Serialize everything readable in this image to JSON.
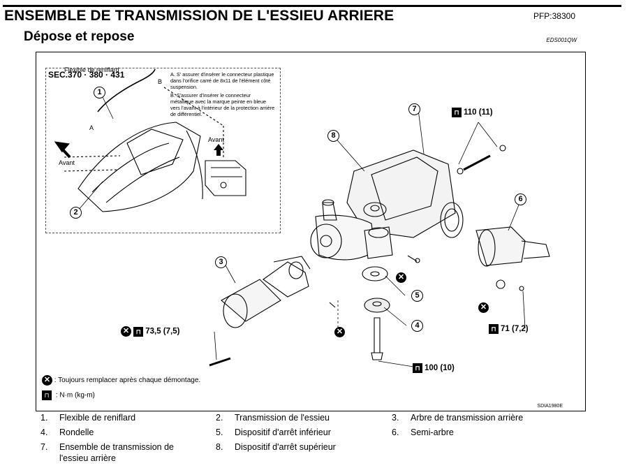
{
  "header": {
    "title": "ENSEMBLE DE TRANSMISSION DE L'ESSIEU ARRIERE",
    "pfp": "PFP:38300",
    "subtitle": "Dépose et repose",
    "code": "EDS001QW"
  },
  "figure": {
    "section": "SEC.370 · 380 · 431",
    "inset_labels": {
      "flexible": "Flexible de reniflard",
      "a": "A",
      "b": "B",
      "avant_left": "Avant",
      "avant_right": "Avant"
    },
    "notes": {
      "a": "A. S' assurer d'insérer le connecteur plastique dans l'orifice carré de 8x11 de l'élément côté suspension.",
      "b": "B. S'assurer d'insérer le connecteur métallique avec la marque peinte en bleue vers l'avant à l'intérieur de la protection arrière de différentiel."
    },
    "callouts": [
      "1",
      "2",
      "3",
      "4",
      "5",
      "6",
      "7",
      "8"
    ],
    "torques": {
      "t110": "110 (11)",
      "t735": "73,5 (7,5)",
      "t71": "71 (7,2)",
      "t100": "100 (10)"
    },
    "legend": {
      "replace": ": Toujours remplacer après chaque démontage.",
      "unit": ": N·m (kg-m)"
    },
    "figure_code": "SDIA1980E",
    "icons": [
      "replace-part-icon",
      "torque-wrench-icon",
      "arrow-up-icon"
    ]
  },
  "parts": [
    {
      "num": "1.",
      "label": "Flexible de reniflard"
    },
    {
      "num": "2.",
      "label": "Transmission de l'essieu"
    },
    {
      "num": "3.",
      "label": "Arbre de transmission arrière"
    },
    {
      "num": "4.",
      "label": "Rondelle"
    },
    {
      "num": "5.",
      "label": "Dispositif d'arrêt inférieur"
    },
    {
      "num": "6.",
      "label": "Semi-arbre"
    },
    {
      "num": "7.",
      "label": "Ensemble de transmission de"
    },
    {
      "num": "8.",
      "label": "Dispositif d'arrêt supérieur"
    }
  ],
  "parts_extra": "l'essieu arrière"
}
